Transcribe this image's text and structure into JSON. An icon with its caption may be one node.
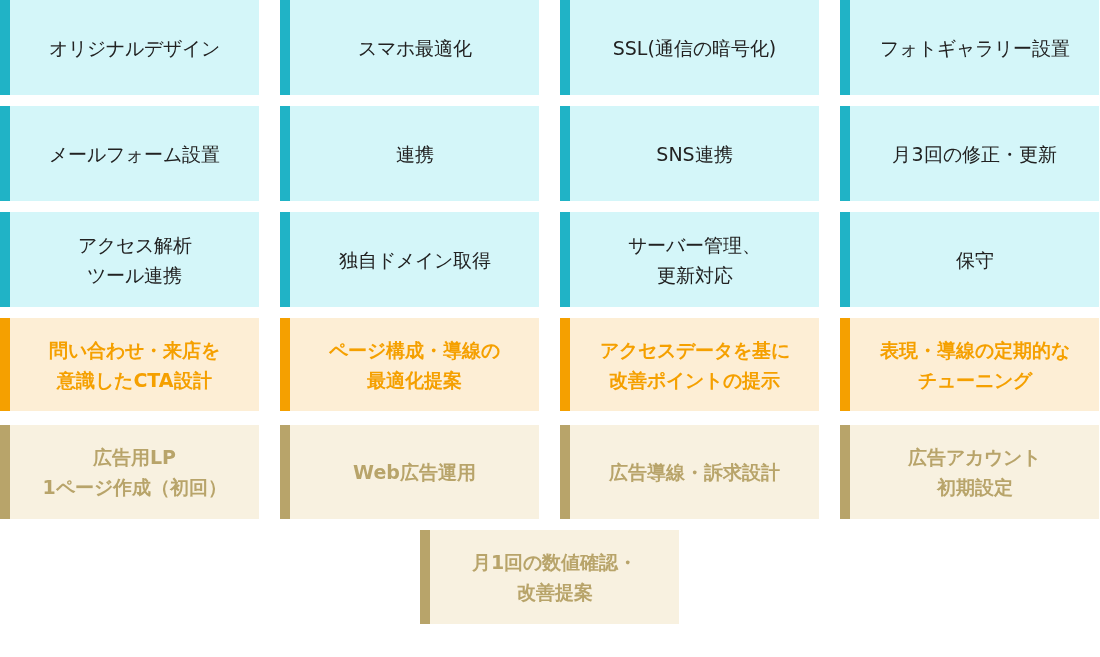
{
  "diagram": {
    "nodes": [
      {
        "text": [
          "オリジナルデザイン"
        ]
      },
      {
        "text": [
          "スマホ最適化"
        ]
      },
      {
        "text": [
          "SSL(通信の暗号化)"
        ]
      },
      {
        "text": [
          "フォトギャラリー設置"
        ]
      },
      {
        "text": [
          "メールフォーム設置"
        ]
      },
      {
        "text": [
          "連携"
        ]
      },
      {
        "text": [
          "SNS連携"
        ]
      },
      {
        "text": [
          "月3回の修正・更新"
        ]
      },
      {
        "text": [
          "アクセス解析ツール連携"
        ]
      },
      {
        "text": [
          "独自ドメイン取得"
        ]
      },
      {
        "text": [
          "サーバー管理、更新対応"
        ]
      },
      {
        "text": [
          "保守"
        ]
      },
      {
        "text": [
          "問い合わせ・来店を意識したCTA設計"
        ]
      },
      {
        "text": [
          "ページ構成・導線の最適化提案"
        ]
      },
      {
        "text": [
          "アクセスデータを基に改善ポイントの提示"
        ]
      },
      {
        "text": [
          "表現・導線の定期的なチューニング"
        ]
      },
      {
        "text": [
          "広告用LP 1ページ作成（初回）"
        ]
      },
      {
        "text": [
          "Web広告運用"
        ]
      },
      {
        "text": [
          "広告導線・訴求設計"
        ]
      },
      {
        "text": [
          "広告アカウント初期設定"
        ]
      },
      {
        "text": [
          "月1回の数値確認・改善提案"
        ]
      }
    ]
  }
}
